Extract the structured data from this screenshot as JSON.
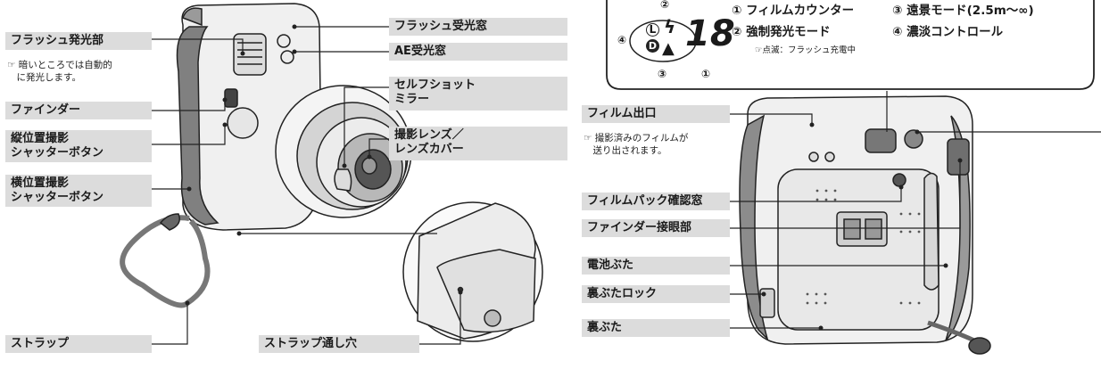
{
  "front": {
    "flash_emitter": "フラッシュ発光部",
    "flash_note": "☞ 暗いところでは自動的\n　に発光します。",
    "viewfinder": "ファインダー",
    "vertical_shutter": "縦位置撮影\nシャッターボタン",
    "horizontal_shutter": "横位置撮影\nシャッターボタン",
    "strap": "ストラップ",
    "strap_hole": "ストラップ通し穴",
    "flash_sensor": "フラッシュ受光窓",
    "ae_sensor": "AE受光窓",
    "selfie_mirror": "セルフショット\nミラー",
    "lens": "撮影レンズ／\nレンズカバー"
  },
  "display": {
    "counter_digits": "18",
    "flash_symbol": "ϟ",
    "landscape_symbol": "▲",
    "lighten_symbol": "L",
    "darken_symbol": "D",
    "n1": "①",
    "n2": "②",
    "n3": "③",
    "n4": "④",
    "item1": "① フィルムカウンター",
    "item2": "② 強制発光モード",
    "item2_note": "☞点滅：フラッシュ充電中",
    "item3": "③ 遠景モード(2.5m〜∞)",
    "item4": "④ 濃淡コントロール"
  },
  "back": {
    "film_exit": "フィルム出口",
    "film_exit_note": "☞ 撮影済みのフィルムが\n　送り出されます。",
    "film_window": "フィルムパック確認窓",
    "eyepiece": "ファインダー接眼部",
    "battery_cover": "電池ぶた",
    "back_lock": "裏ぶたロック",
    "back_cover": "裏ぶた"
  }
}
